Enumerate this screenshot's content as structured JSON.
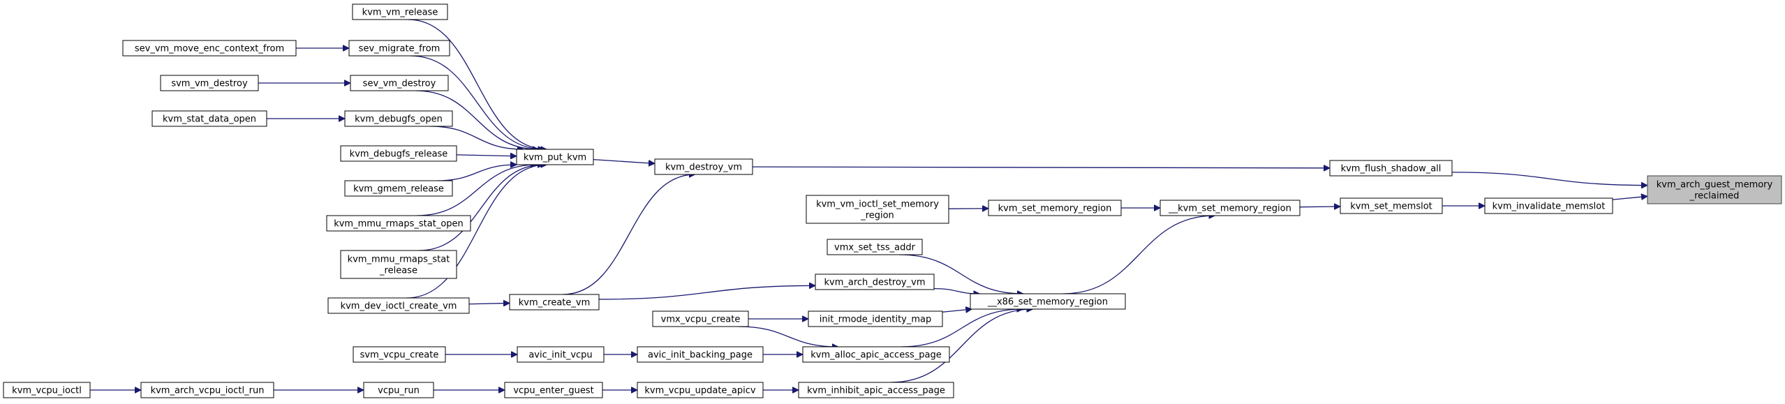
{
  "graph": {
    "root": "n_root",
    "nodes": {
      "n_root": {
        "lines": [
          "kvm_arch_guest_memory",
          "_reclaimed"
        ],
        "highlight": true
      },
      "n_flush": {
        "lines": [
          "kvm_flush_shadow_all"
        ]
      },
      "n_inval": {
        "lines": [
          "kvm_invalidate_memslot"
        ]
      },
      "n_destroy_vm": {
        "lines": [
          "kvm_destroy_vm"
        ]
      },
      "n_set_memslot": {
        "lines": [
          "kvm_set_memslot"
        ]
      },
      "n_put_kvm": {
        "lines": [
          "kvm_put_kvm"
        ]
      },
      "n_kset_memreg": {
        "lines": [
          "__kvm_set_memory_region"
        ]
      },
      "n_vm_release": {
        "lines": [
          "kvm_vm_release"
        ]
      },
      "n_sev_migrate": {
        "lines": [
          "sev_migrate_from"
        ]
      },
      "n_sev_destroy": {
        "lines": [
          "sev_vm_destroy"
        ]
      },
      "n_debugfs_open": {
        "lines": [
          "kvm_debugfs_open"
        ]
      },
      "n_debugfs_rel": {
        "lines": [
          "kvm_debugfs_release"
        ]
      },
      "n_gmem_rel": {
        "lines": [
          "kvm_gmem_release"
        ]
      },
      "n_rmaps_open": {
        "lines": [
          "kvm_mmu_rmaps_stat_open"
        ]
      },
      "n_rmaps_rel": {
        "lines": [
          "kvm_mmu_rmaps_stat",
          "_release"
        ]
      },
      "n_dev_create": {
        "lines": [
          "kvm_dev_ioctl_create_vm"
        ]
      },
      "n_sev_move": {
        "lines": [
          "sev_vm_move_enc_context_from"
        ]
      },
      "n_svm_destroy": {
        "lines": [
          "svm_vm_destroy"
        ]
      },
      "n_stat_open": {
        "lines": [
          "kvm_stat_data_open"
        ]
      },
      "n_create_vm": {
        "lines": [
          "kvm_create_vm"
        ]
      },
      "n_set_memreg": {
        "lines": [
          "kvm_set_memory_region"
        ]
      },
      "n_ioctl_setmem": {
        "lines": [
          "kvm_vm_ioctl_set_memory",
          "_region"
        ]
      },
      "n_x86_setmem": {
        "lines": [
          "__x86_set_memory_region"
        ]
      },
      "n_arch_destroy": {
        "lines": [
          "kvm_arch_destroy_vm"
        ]
      },
      "n_vmx_tss": {
        "lines": [
          "vmx_set_tss_addr"
        ]
      },
      "n_init_rmode": {
        "lines": [
          "init_rmode_identity_map"
        ]
      },
      "n_alloc_apic": {
        "lines": [
          "kvm_alloc_apic_access_page"
        ]
      },
      "n_inhibit_apic": {
        "lines": [
          "kvm_inhibit_apic_access_page"
        ]
      },
      "n_vmx_vcpu": {
        "lines": [
          "vmx_vcpu_create"
        ]
      },
      "n_avic_backing": {
        "lines": [
          "avic_init_backing_page"
        ]
      },
      "n_avic_vcpu": {
        "lines": [
          "avic_init_vcpu"
        ]
      },
      "n_svm_vcpu": {
        "lines": [
          "svm_vcpu_create"
        ]
      },
      "n_update_apicv": {
        "lines": [
          "kvm_vcpu_update_apicv"
        ]
      },
      "n_enter_guest": {
        "lines": [
          "vcpu_enter_guest"
        ]
      },
      "n_vcpu_run": {
        "lines": [
          "vcpu_run"
        ]
      },
      "n_arch_ioctl_run": {
        "lines": [
          "kvm_arch_vcpu_ioctl_run"
        ]
      },
      "n_vcpu_ioctl": {
        "lines": [
          "kvm_vcpu_ioctl"
        ]
      }
    },
    "edges": [
      [
        "n_flush",
        "n_root"
      ],
      [
        "n_inval",
        "n_root"
      ],
      [
        "n_destroy_vm",
        "n_flush"
      ],
      [
        "n_set_memslot",
        "n_inval"
      ],
      [
        "n_put_kvm",
        "n_destroy_vm"
      ],
      [
        "n_create_vm",
        "n_destroy_vm"
      ],
      [
        "n_kset_memreg",
        "n_set_memslot"
      ],
      [
        "n_vm_release",
        "n_put_kvm"
      ],
      [
        "n_sev_migrate",
        "n_put_kvm"
      ],
      [
        "n_sev_destroy",
        "n_put_kvm"
      ],
      [
        "n_debugfs_open",
        "n_put_kvm"
      ],
      [
        "n_debugfs_rel",
        "n_put_kvm"
      ],
      [
        "n_gmem_rel",
        "n_put_kvm"
      ],
      [
        "n_rmaps_open",
        "n_put_kvm"
      ],
      [
        "n_rmaps_rel",
        "n_put_kvm"
      ],
      [
        "n_dev_create",
        "n_put_kvm"
      ],
      [
        "n_sev_move",
        "n_sev_migrate"
      ],
      [
        "n_svm_destroy",
        "n_sev_destroy"
      ],
      [
        "n_stat_open",
        "n_debugfs_open"
      ],
      [
        "n_dev_create",
        "n_create_vm"
      ],
      [
        "n_set_memreg",
        "n_kset_memreg"
      ],
      [
        "n_x86_setmem",
        "n_kset_memreg"
      ],
      [
        "n_ioctl_setmem",
        "n_set_memreg"
      ],
      [
        "n_arch_destroy",
        "n_x86_setmem"
      ],
      [
        "n_vmx_tss",
        "n_x86_setmem"
      ],
      [
        "n_init_rmode",
        "n_x86_setmem"
      ],
      [
        "n_alloc_apic",
        "n_x86_setmem"
      ],
      [
        "n_inhibit_apic",
        "n_x86_setmem"
      ],
      [
        "n_create_vm",
        "n_arch_destroy"
      ],
      [
        "n_vmx_vcpu",
        "n_init_rmode"
      ],
      [
        "n_vmx_vcpu",
        "n_alloc_apic"
      ],
      [
        "n_avic_backing",
        "n_alloc_apic"
      ],
      [
        "n_avic_vcpu",
        "n_avic_backing"
      ],
      [
        "n_svm_vcpu",
        "n_avic_vcpu"
      ],
      [
        "n_update_apicv",
        "n_inhibit_apic"
      ],
      [
        "n_enter_guest",
        "n_update_apicv"
      ],
      [
        "n_vcpu_run",
        "n_enter_guest"
      ],
      [
        "n_arch_ioctl_run",
        "n_vcpu_run"
      ],
      [
        "n_vcpu_ioctl",
        "n_arch_ioctl_run"
      ]
    ]
  }
}
